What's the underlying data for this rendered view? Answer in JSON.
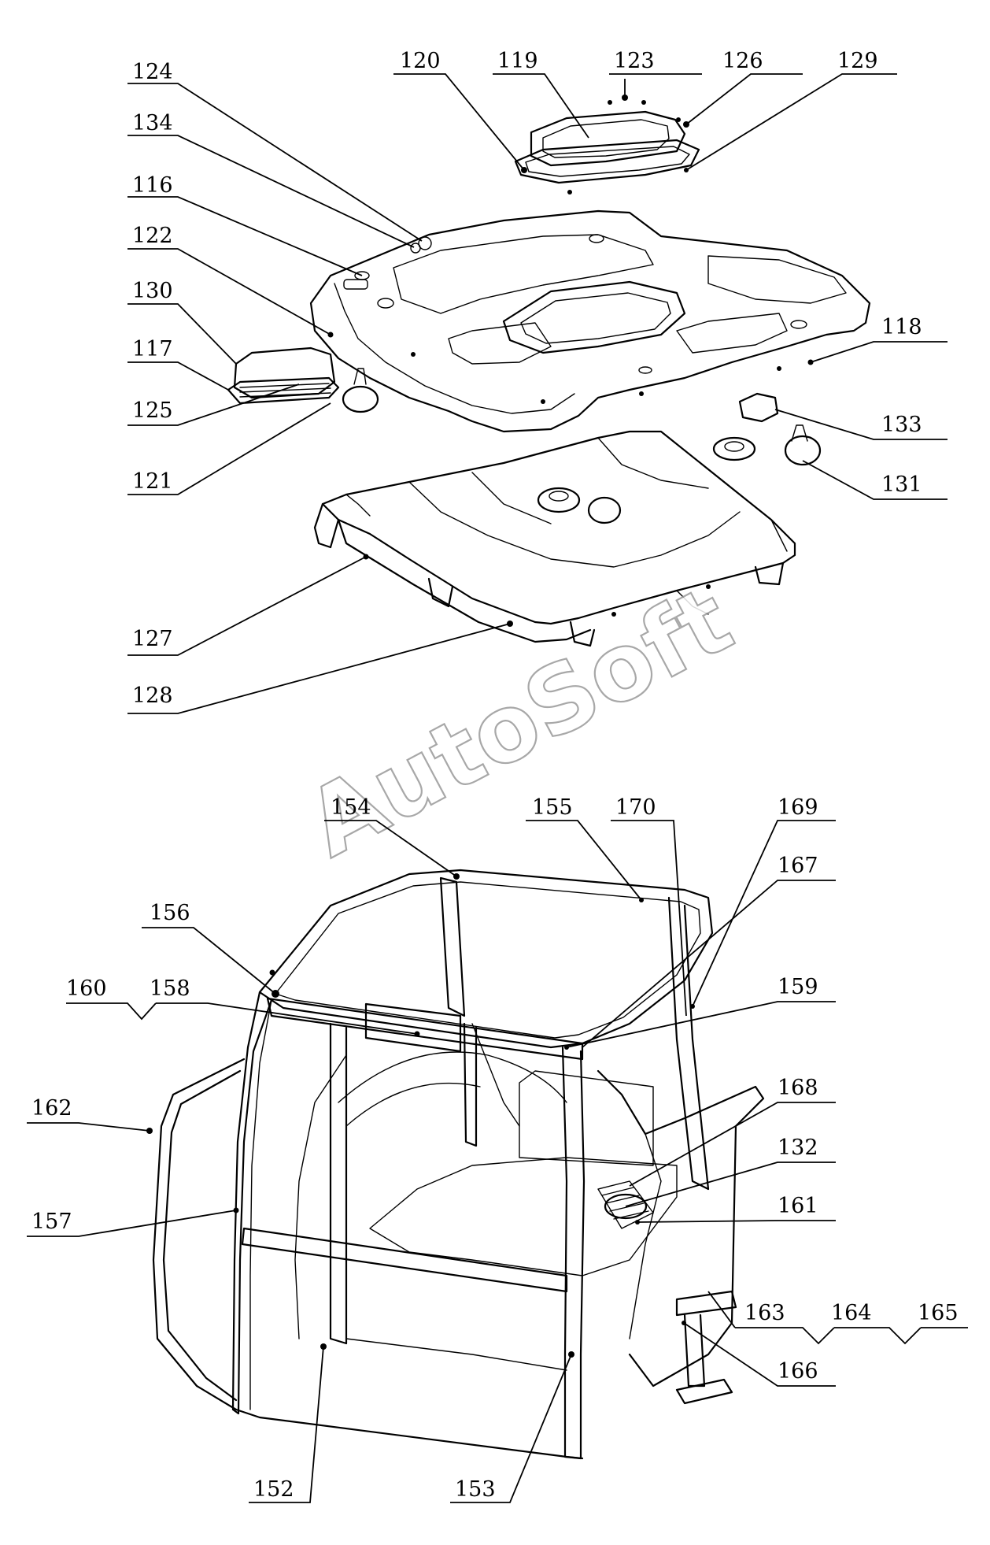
{
  "watermark": "AutoSoft",
  "callouts": {
    "c124": "124",
    "c134": "134",
    "c116": "116",
    "c122": "122",
    "c130": "130",
    "c117": "117",
    "c125": "125",
    "c121": "121",
    "c127": "127",
    "c128": "128",
    "c120": "120",
    "c119": "119",
    "c123": "123",
    "c126": "126",
    "c129": "129",
    "c118": "118",
    "c133": "133",
    "c131": "131",
    "c154": "154",
    "c155": "155",
    "c170": "170",
    "c169": "169",
    "c167": "167",
    "c156": "156",
    "c160": "160",
    "c158": "158",
    "c159": "159",
    "c162": "162",
    "c157": "157",
    "c168": "168",
    "c132": "132",
    "c161": "161",
    "c163": "163",
    "c164": "164",
    "c165": "165",
    "c166": "166",
    "c152": "152",
    "c153": "153"
  }
}
